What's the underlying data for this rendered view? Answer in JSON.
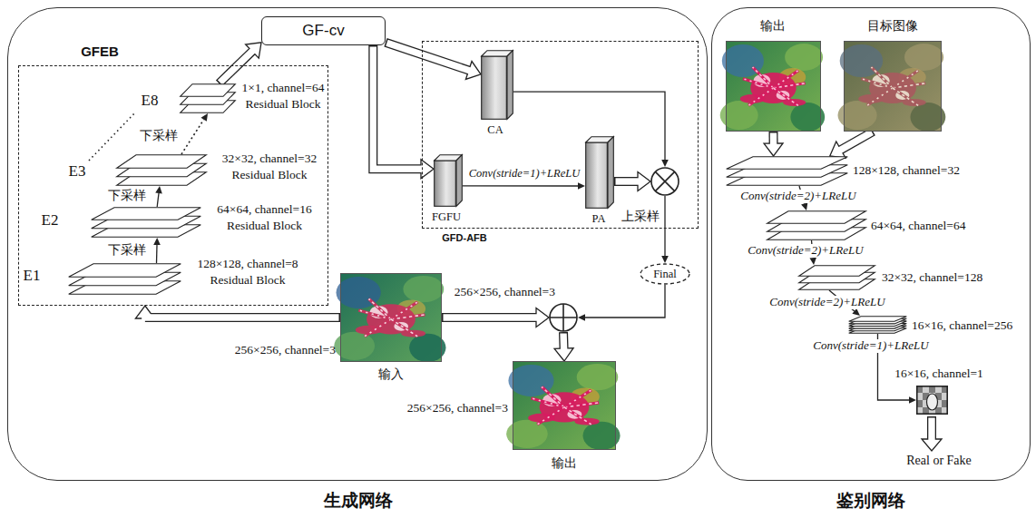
{
  "diagram": {
    "nodes": [
      {
        "text": [
          "生成网络"
        ]
      },
      {
        "text": [
          "GFEB"
        ],
        "in": 0
      },
      {
        "text": [
          "E8",
          "1×1, channel=64 Residual Block"
        ],
        "in": 1
      },
      {
        "text": [
          "E3",
          "32×32, channel=32 Residual Block"
        ],
        "in": 1
      },
      {
        "text": [
          "E2",
          "64×64, channel=16 Residual Block"
        ],
        "in": 1
      },
      {
        "text": [
          "E1",
          "128×128, channel=8 Residual Block"
        ],
        "in": 1
      },
      {
        "text": [
          "GF-cv"
        ],
        "in": 0
      },
      {
        "text": [
          "GFD-AFB"
        ],
        "in": 0
      },
      {
        "text": [
          "CA"
        ],
        "in": 7
      },
      {
        "text": [
          "FGFU"
        ],
        "in": 7
      },
      {
        "text": [
          "PA"
        ],
        "in": 7
      },
      {
        "text": [
          "上采样"
        ],
        "in": 7
      },
      {
        "text": [
          "Final"
        ],
        "in": 0
      },
      {
        "text": [
          "256×256, channel=3"
        ],
        "in": 0
      },
      {
        "text": [
          "输入",
          "256×256, channel=3"
        ],
        "in": 0
      },
      {
        "text": [
          "输出",
          "256×256, channel=3"
        ],
        "in": 0
      },
      {
        "text": [
          "鉴别网络"
        ]
      },
      {
        "text": [
          "输出"
        ],
        "in": 16
      },
      {
        "text": [
          "目标图像"
        ],
        "in": 16
      },
      {
        "text": [
          "128×128, channel=32"
        ],
        "in": 16
      },
      {
        "text": [
          "64×64, channel=64"
        ],
        "in": 16
      },
      {
        "text": [
          "32×32, channel=128"
        ],
        "in": 16
      },
      {
        "text": [
          "16×16, channel=256"
        ],
        "in": 16
      },
      {
        "text": [
          "16×16, channel=1"
        ],
        "in": 16
      }
    ],
    "edges": [
      {
        "from": 14,
        "to": 1,
        "arrow": "to"
      },
      {
        "from": 5,
        "to": 4,
        "label": "下采样",
        "arrow": "to"
      },
      {
        "from": 4,
        "to": 3,
        "label": "下采样",
        "arrow": "to"
      },
      {
        "from": 3,
        "to": 2,
        "label": "下采样",
        "arrow": "to"
      },
      {
        "from": 2,
        "to": 6,
        "arrow": "to"
      },
      {
        "from": 6,
        "to": 8,
        "arrow": "to"
      },
      {
        "from": 6,
        "to": 9,
        "arrow": "to"
      },
      {
        "from": 9,
        "to": 10,
        "label": "Conv(stride=1)+LReLU",
        "arrow": "to"
      },
      {
        "from": 8,
        "to": 11,
        "arrow": "to"
      },
      {
        "from": 10,
        "to": 11,
        "arrow": "to"
      },
      {
        "from": 11,
        "to": 12,
        "arrow": "to"
      },
      {
        "from": 12,
        "to": 13,
        "arrow": "to"
      },
      {
        "from": 14,
        "to": 13,
        "arrow": "to"
      },
      {
        "from": 13,
        "to": 15,
        "arrow": "to"
      },
      {
        "from": 17,
        "to": 19,
        "arrow": "to"
      },
      {
        "from": 18,
        "to": 19,
        "arrow": "to"
      },
      {
        "from": 19,
        "to": 20,
        "label": "Conv(stride=2)+LReLU",
        "arrow": "to"
      },
      {
        "from": 20,
        "to": 21,
        "label": "Conv(stride=2)+LReLU",
        "arrow": "to"
      },
      {
        "from": 21,
        "to": 22,
        "label": "Conv(stride=2)+LReLU",
        "arrow": "to"
      },
      {
        "from": 22,
        "to": 23,
        "label": "Conv(stride=1)+LReLU",
        "arrow": "to"
      }
    ],
    "labels": [
      "Real or Fake"
    ]
  }
}
